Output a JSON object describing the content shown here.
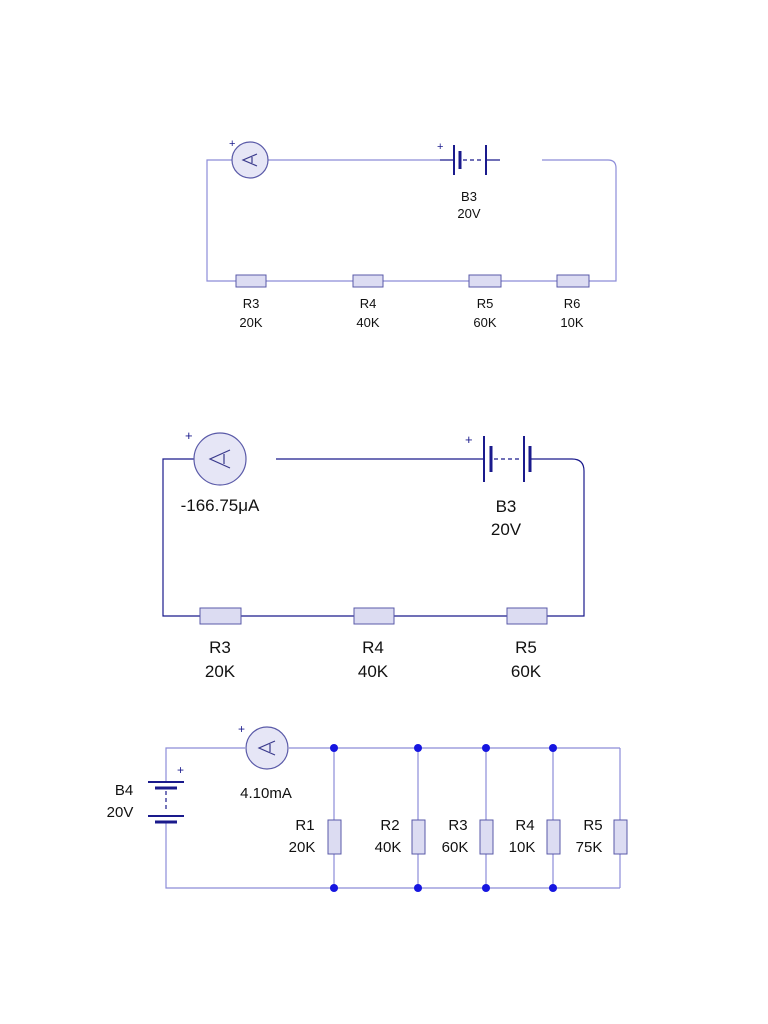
{
  "circuit1": {
    "ammeter": {
      "symbol": "A",
      "polarity": "+"
    },
    "battery": {
      "name": "B3",
      "value": "20V",
      "polarity": "+"
    },
    "resistors": [
      {
        "name": "R3",
        "value": "20K"
      },
      {
        "name": "R4",
        "value": "40K"
      },
      {
        "name": "R5",
        "value": "60K"
      },
      {
        "name": "R6",
        "value": "10K"
      }
    ]
  },
  "circuit2": {
    "ammeter": {
      "symbol": "A",
      "polarity": "+",
      "reading": "-166.75μA"
    },
    "battery": {
      "name": "B3",
      "value": "20V",
      "polarity": "+"
    },
    "resistors": [
      {
        "name": "R3",
        "value": "20K"
      },
      {
        "name": "R4",
        "value": "40K"
      },
      {
        "name": "R5",
        "value": "60K"
      }
    ]
  },
  "circuit3": {
    "ammeter": {
      "symbol": "A",
      "polarity": "+",
      "reading": "4.10mA"
    },
    "battery": {
      "name": "B4",
      "value": "20V",
      "polarity": "+"
    },
    "resistors": [
      {
        "name": "R1",
        "value": "20K"
      },
      {
        "name": "R2",
        "value": "40K"
      },
      {
        "name": "R3",
        "value": "60K"
      },
      {
        "name": "R4",
        "value": "10K"
      },
      {
        "name": "R5",
        "value": "75K"
      }
    ]
  }
}
